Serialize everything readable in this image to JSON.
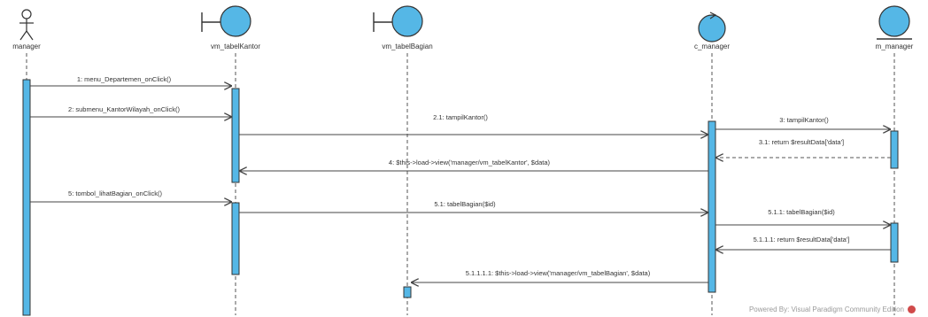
{
  "colors": {
    "fill": "#55b7e6",
    "stroke": "#333333",
    "activation": "#55b7e6",
    "arrow": "#444444",
    "return_dashed": "#555555",
    "background": "#ffffff"
  },
  "lifelines": [
    {
      "id": "manager",
      "kind": "actor",
      "label": "manager"
    },
    {
      "id": "vm_tabelkantor",
      "kind": "boundary",
      "label": "vm_tabelKantor"
    },
    {
      "id": "vm_tabelbagian",
      "kind": "boundary",
      "label": "vm_tabelBagian"
    },
    {
      "id": "c_manager",
      "kind": "control",
      "label": "c_manager"
    },
    {
      "id": "m_manager",
      "kind": "entity",
      "label": "m_manager"
    }
  ],
  "messages": [
    {
      "label": "1: menu_Departemen_onClick()",
      "from": "manager",
      "to": "vm_tabelkantor",
      "kind": "call"
    },
    {
      "label": "2: submenu_KantorWilayah_onClick()",
      "from": "manager",
      "to": "vm_tabelkantor",
      "kind": "call"
    },
    {
      "label": "2.1: tampilKantor()",
      "from": "vm_tabelkantor",
      "to": "c_manager",
      "kind": "call"
    },
    {
      "label": "3: tampilKantor()",
      "from": "c_manager",
      "to": "m_manager",
      "kind": "call"
    },
    {
      "label": "3.1: return $resultData['data']",
      "from": "m_manager",
      "to": "c_manager",
      "kind": "return"
    },
    {
      "label": "4: $this->load->view('manager/vm_tabelKantor', $data)",
      "from": "c_manager",
      "to": "vm_tabelkantor",
      "kind": "call"
    },
    {
      "label": "5: tombol_lihatBagian_onClick()",
      "from": "manager",
      "to": "vm_tabelkantor",
      "kind": "call"
    },
    {
      "label": "5.1: tabelBagian($id)",
      "from": "vm_tabelkantor",
      "to": "c_manager",
      "kind": "call"
    },
    {
      "label": "5.1.1: tabelBagian($id)",
      "from": "c_manager",
      "to": "m_manager",
      "kind": "call"
    },
    {
      "label": "5.1.1.1: return $resultData['data']",
      "from": "m_manager",
      "to": "c_manager",
      "kind": "call"
    },
    {
      "label": "5.1.1.1.1: $this->load->view('manager/vm_tabelBagian', $data)",
      "from": "c_manager",
      "to": "vm_tabelbagian",
      "kind": "call"
    }
  ],
  "watermark": "Powered By: Visual Paradigm Community Edition"
}
